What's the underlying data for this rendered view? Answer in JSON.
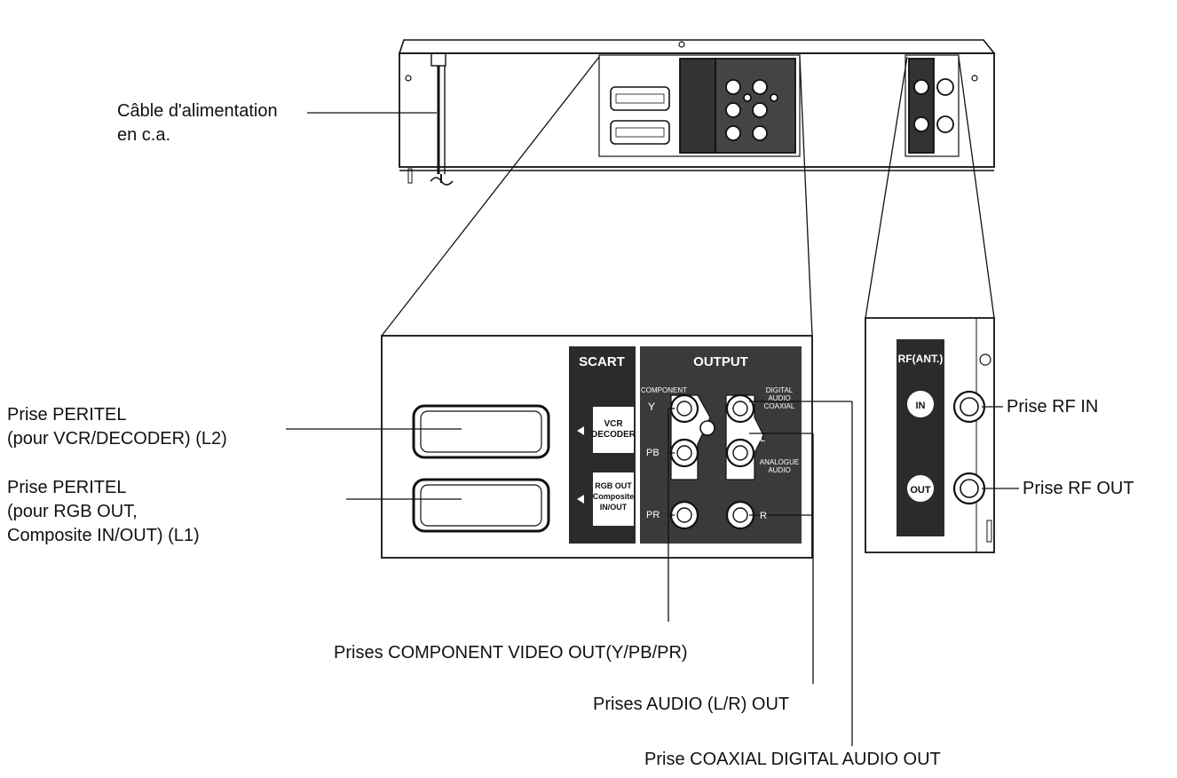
{
  "labels": {
    "power_cable": [
      "Câble d'alimentation",
      "en c.a."
    ],
    "peritel_l2": [
      "Prise PERITEL",
      "(pour VCR/DECODER) (L2)"
    ],
    "peritel_l1": [
      "Prise PERITEL",
      "(pour RGB OUT,",
      "Composite IN/OUT) (L1)"
    ],
    "component": "Prises COMPONENT VIDEO OUT(Y/PB/PR)",
    "audio": "Prises AUDIO (L/R) OUT",
    "coaxial": "Prise COAXIAL DIGITAL AUDIO OUT",
    "rf_in": "Prise RF IN",
    "rf_out": "Prise RF OUT"
  },
  "panel": {
    "scart": "SCART",
    "output": "OUTPUT",
    "vcr_decoder": [
      "VCR",
      "DECODER"
    ],
    "rgb_out": [
      "RGB OUT",
      "Composite",
      "IN/OUT"
    ],
    "component_tag": "COMPONENT",
    "y": "Y",
    "pb": "PB",
    "pr": "PR",
    "digital_audio": [
      "DIGITAL",
      "AUDIO",
      "COAXIAL"
    ],
    "analogue_audio": [
      "ANALOGUE",
      "AUDIO"
    ],
    "l": "L",
    "r": "R",
    "rf_ant": "RF(ANT.)",
    "in": "IN",
    "out": "OUT"
  }
}
